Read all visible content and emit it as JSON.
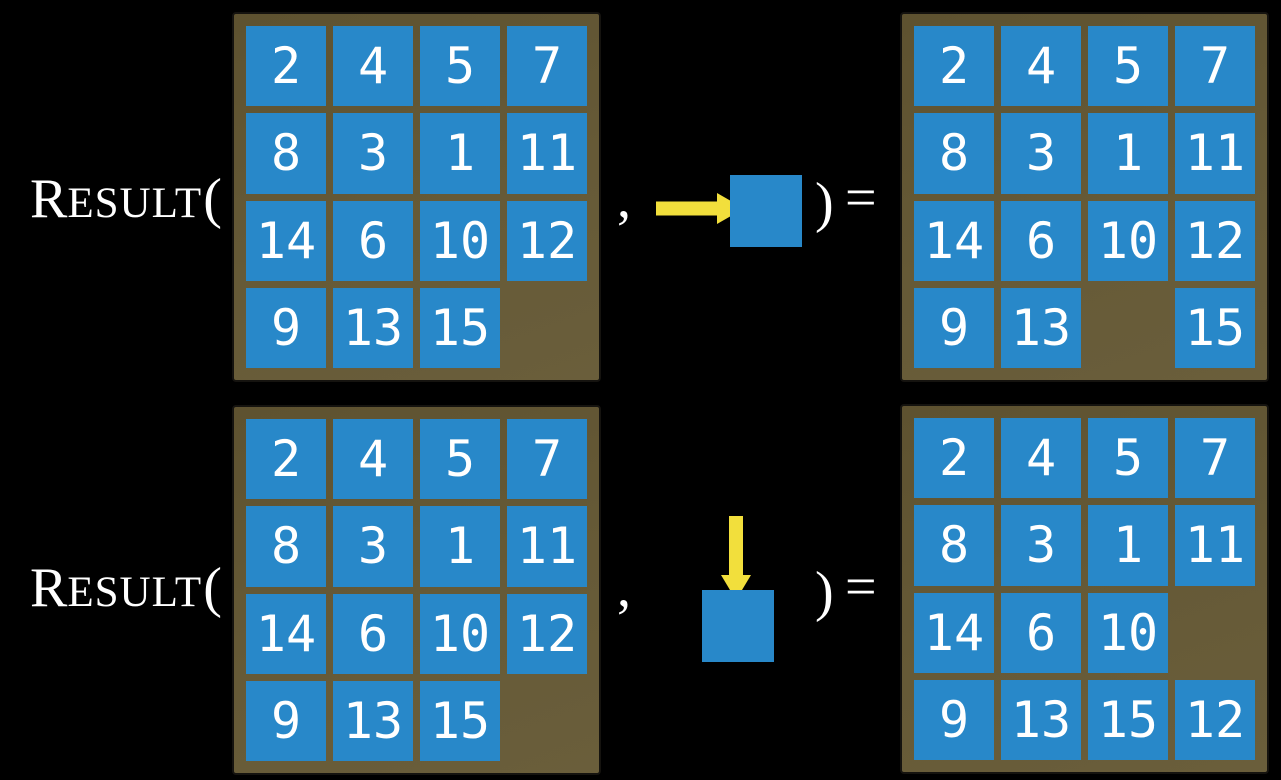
{
  "figure": {
    "rows": [
      {
        "label": {
          "initial": "R",
          "small_caps": "ESULT",
          "open_paren": "("
        },
        "comma": ",",
        "close_paren": ")",
        "equals": "=",
        "action": {
          "arrow_direction": "right",
          "icon": "right-arrow-into-tile"
        },
        "input_board": {
          "tiles": [
            [
              "2",
              "4",
              "5",
              "7"
            ],
            [
              "8",
              "3",
              "1",
              "11"
            ],
            [
              "14",
              "6",
              "10",
              "12"
            ],
            [
              "9",
              "13",
              "15",
              ""
            ]
          ]
        },
        "output_board": {
          "tiles": [
            [
              "2",
              "4",
              "5",
              "7"
            ],
            [
              "8",
              "3",
              "1",
              "11"
            ],
            [
              "14",
              "6",
              "10",
              "12"
            ],
            [
              "9",
              "13",
              "",
              "15"
            ]
          ]
        }
      },
      {
        "label": {
          "initial": "R",
          "small_caps": "ESULT",
          "open_paren": "("
        },
        "comma": ",",
        "close_paren": ")",
        "equals": "=",
        "action": {
          "arrow_direction": "down",
          "icon": "down-arrow-into-tile"
        },
        "input_board": {
          "tiles": [
            [
              "2",
              "4",
              "5",
              "7"
            ],
            [
              "8",
              "3",
              "1",
              "11"
            ],
            [
              "14",
              "6",
              "10",
              "12"
            ],
            [
              "9",
              "13",
              "15",
              ""
            ]
          ]
        },
        "output_board": {
          "tiles": [
            [
              "2",
              "4",
              "5",
              "7"
            ],
            [
              "8",
              "3",
              "1",
              "11"
            ],
            [
              "14",
              "6",
              "10",
              ""
            ],
            [
              "9",
              "13",
              "15",
              "12"
            ]
          ]
        }
      }
    ],
    "colors": {
      "background": "#000000",
      "board_brown": "#665A37",
      "tile_blue": "#2888C9",
      "arrow_yellow": "#F2DF3C",
      "text_white": "#FFFFFF"
    }
  }
}
